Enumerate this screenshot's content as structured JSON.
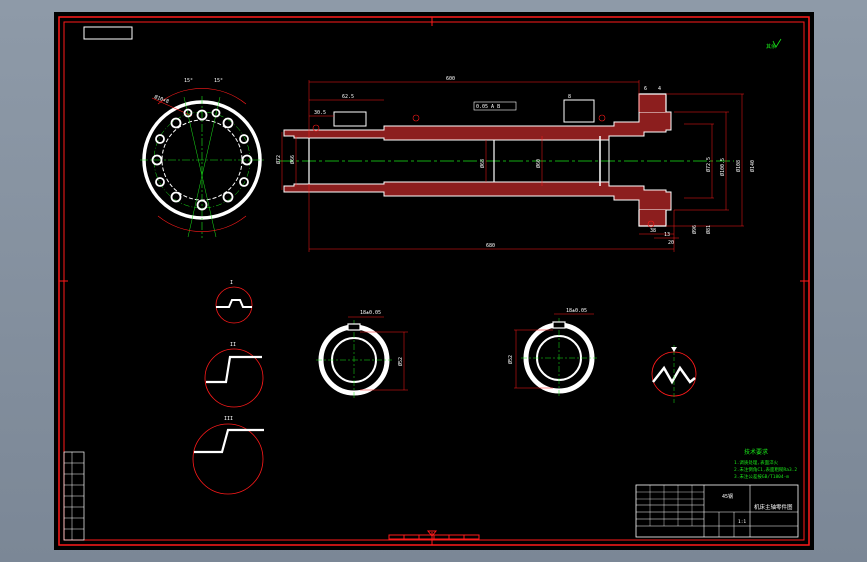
{
  "colors": {
    "background": "#8e9aa8",
    "sheet": "#000000",
    "border": "#ff1a1a",
    "geometry": "#ffffff",
    "centerline": "#19e619",
    "hatch": "#c82828"
  },
  "main_view": {
    "dimensions": {
      "overall_top": "600",
      "left_top": "62.5",
      "left_small": "30.5",
      "tolerance_box": "0.05 A B",
      "right_top_a": "8",
      "right_top_b": "6",
      "right_top_c": "4",
      "left_dia_a": "Ø72",
      "left_dia_b": "Ø66",
      "mid_dia_a": "Ø68",
      "mid_dia_b": "Ø60",
      "right_dia_a": "Ø72.5",
      "right_dia_b": "Ø100.5",
      "right_dia_c": "Ø108",
      "right_dia_d": "Ø140",
      "right_dia_e": "Ø96",
      "right_dia_f": "Ø81",
      "bottom_overall": "680",
      "bottom_right_a": "38",
      "bottom_right_b": "13",
      "bottom_right_c": "20"
    }
  },
  "section_views": {
    "ring_left_label": "18±0.05",
    "ring_left_dia": "Ø52",
    "ring_right_label": "18±0.05",
    "ring_right_dia": "Ø52",
    "detail_labels": [
      "I",
      "II",
      "III"
    ]
  },
  "tech_requirements": {
    "title": "技术要求",
    "lines": [
      "1.调质处理,表面淬火",
      "2.未注倒角C1,表面粗糙Ra3.2",
      "3.未注公差按GB/T1804-m"
    ]
  },
  "title_block": {
    "drawing_name": "机床主轴零件图",
    "material": "45钢",
    "scale": "1:1"
  },
  "top_right_note": "其余"
}
